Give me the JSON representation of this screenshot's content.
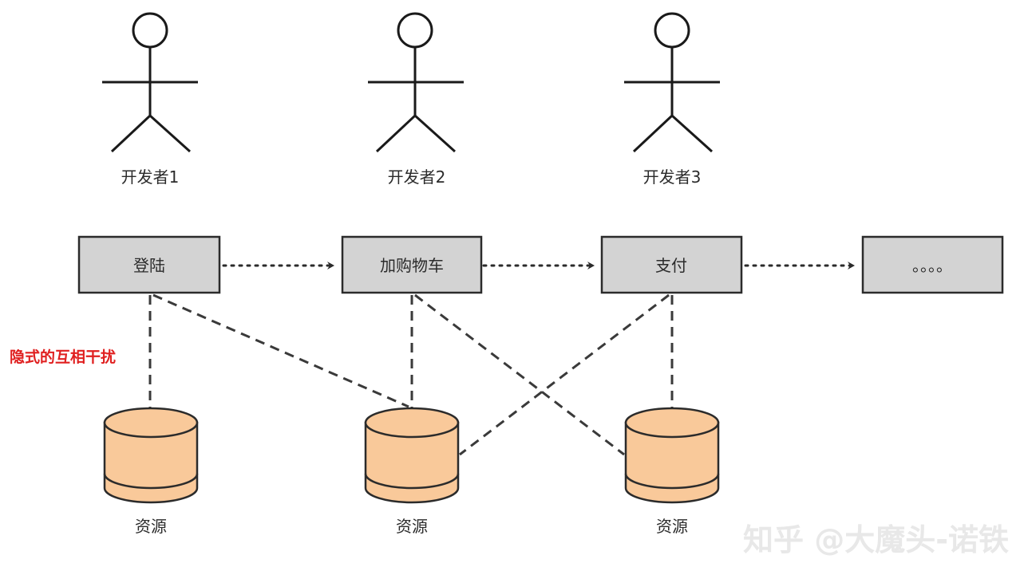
{
  "actors": [
    {
      "label": "开发者1"
    },
    {
      "label": "开发者2"
    },
    {
      "label": "开发者3"
    }
  ],
  "steps": [
    {
      "label": "登陆"
    },
    {
      "label": "加购物车"
    },
    {
      "label": "支付"
    },
    {
      "label": "。。。。"
    }
  ],
  "resources": [
    {
      "label": "资源"
    },
    {
      "label": "资源"
    },
    {
      "label": "资源"
    }
  ],
  "annotation": {
    "text": "隐式的互相干扰",
    "color": "#e02020"
  },
  "watermark": {
    "text": "知乎 @大魔头-诺铁"
  },
  "colors": {
    "step_fill": "#d3d3d3",
    "resource_fill": "#f9c99a"
  }
}
